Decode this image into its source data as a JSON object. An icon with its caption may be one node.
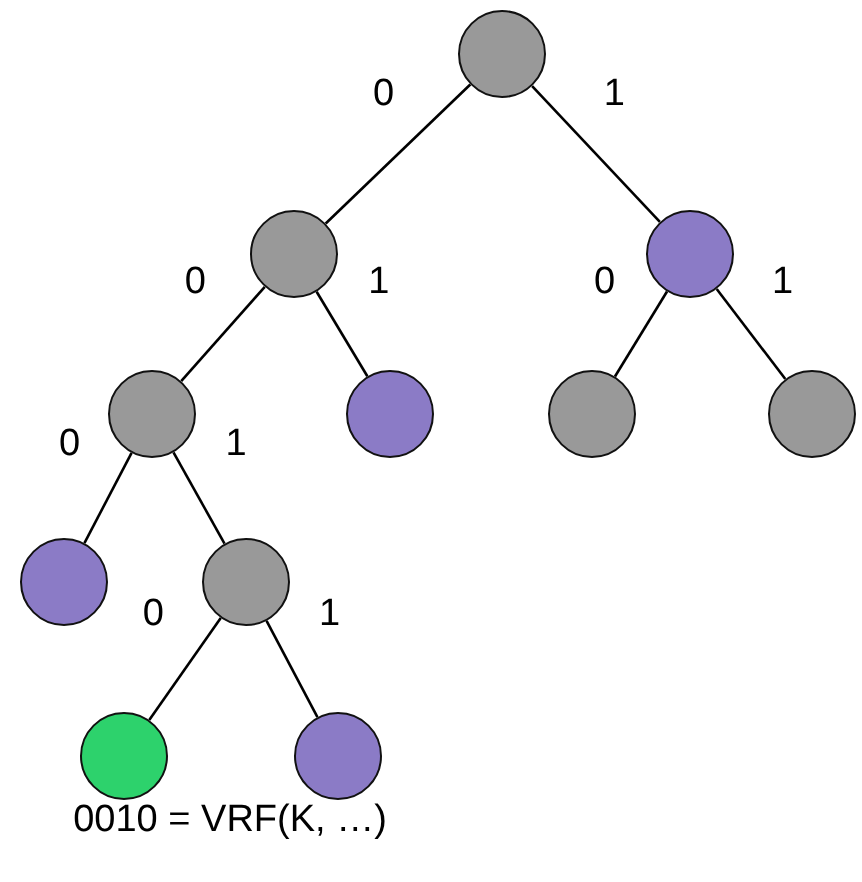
{
  "diagram": {
    "nodes": [
      {
        "text": [],
        "shape": "circle"
      },
      {
        "text": [],
        "shape": "circle"
      },
      {
        "text": [],
        "shape": "circle"
      },
      {
        "text": [],
        "shape": "circle"
      },
      {
        "text": [],
        "shape": "circle"
      },
      {
        "text": [],
        "shape": "circle"
      },
      {
        "text": [],
        "shape": "circle"
      },
      {
        "text": [],
        "shape": "circle"
      },
      {
        "text": [],
        "shape": "circle"
      },
      {
        "text": [],
        "shape": "circle",
        "beside": [
          "0010 = VRF(K, …)"
        ]
      },
      {
        "text": [],
        "shape": "circle"
      }
    ],
    "edges": [
      {
        "from": 0,
        "to": 1,
        "arrow": "none",
        "label": "0"
      },
      {
        "from": 0,
        "to": 2,
        "arrow": "none",
        "label": "1"
      },
      {
        "from": 1,
        "to": 3,
        "arrow": "none",
        "label": "0"
      },
      {
        "from": 1,
        "to": 4,
        "arrow": "none",
        "label": "1"
      },
      {
        "from": 2,
        "to": 5,
        "arrow": "none",
        "label": "0"
      },
      {
        "from": 2,
        "to": 6,
        "arrow": "none",
        "label": "1"
      },
      {
        "from": 3,
        "to": 7,
        "arrow": "none",
        "label": "0"
      },
      {
        "from": 3,
        "to": 8,
        "arrow": "none",
        "label": "1"
      },
      {
        "from": 8,
        "to": 9,
        "arrow": "none",
        "label": "0"
      },
      {
        "from": 8,
        "to": 10,
        "arrow": "none",
        "label": "1"
      }
    ]
  }
}
